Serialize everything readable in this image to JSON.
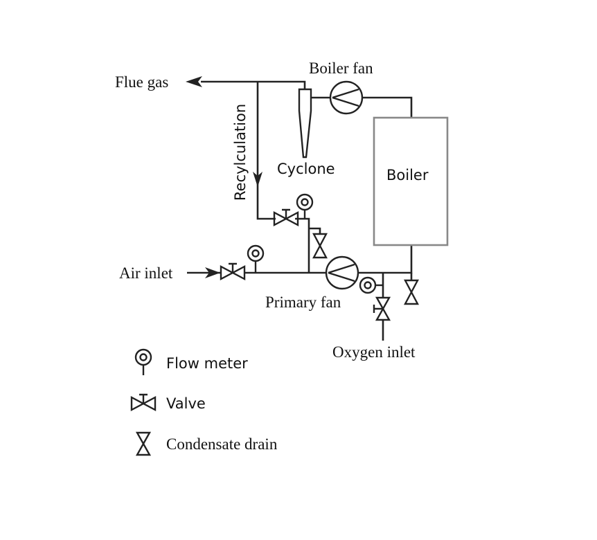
{
  "labels": {
    "flue_gas": "Flue gas",
    "boiler_fan": "Boiler fan",
    "recirculation": "Recylculation",
    "cyclone": "Cyclone",
    "boiler": "Boiler",
    "air_inlet": "Air inlet",
    "primary_fan": "Primary fan",
    "oxygen_inlet": "Oxygen inlet"
  },
  "legend": {
    "items": [
      {
        "icon": "flow-meter-icon",
        "label": "Flow meter"
      },
      {
        "icon": "valve-icon",
        "label": "Valve"
      },
      {
        "icon": "condensate-drain-icon",
        "label": "Condensate drain"
      }
    ]
  },
  "colors": {
    "line": "#222222",
    "boiler_outline": "#888888",
    "background": "#ffffff"
  }
}
